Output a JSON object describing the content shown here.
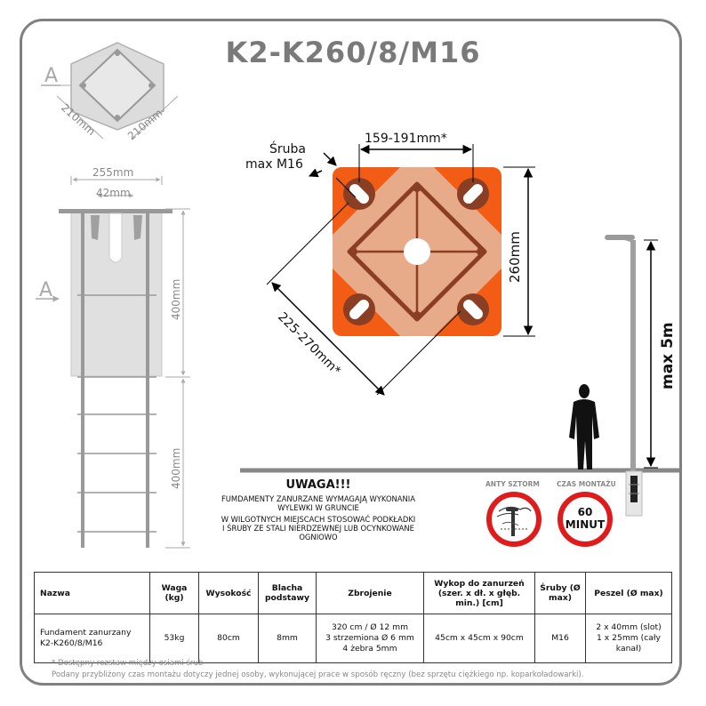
{
  "title": "K2-K260/8/M16",
  "views": {
    "section_marker": "A",
    "top_dim_a": "210mm",
    "top_dim_b": "210mm",
    "side_width": "255mm",
    "slot_width": "42mm",
    "height_upper": "400mm",
    "height_lower": "400mm"
  },
  "plate": {
    "screw_label_1": "Śruba",
    "screw_label_2": "max M16",
    "hole_spacing": "159-191mm*",
    "plate_size": "260mm",
    "diagonal": "225-270mm*",
    "colors": {
      "plate": "#f25c14",
      "rib_fill": "#e8ab8a",
      "rib_stroke": "#8a3f24"
    }
  },
  "lamp": {
    "max_height": "max 5m"
  },
  "warning": {
    "heading": "UWAGA!!!",
    "line1": "FUMDAMENTY ZANURZANE WYMAGAJĄ WYKONANIA WYLEWKI W GRUNCIE",
    "line2": "W WILGOTNYCH MIEJSCACH STOSOWAĆ PODKŁADKI I ŚRUBY ZE STALI NIERDZEWNEJ LUB OCYNKOWANE OGNIOWO"
  },
  "badges": {
    "anty_label": "ANTY SZTORM",
    "czas_label": "CZAS MONTAŻU",
    "czas_value": "60",
    "czas_unit": "MINUT",
    "accent": "#e01b1b"
  },
  "table": {
    "headers": [
      "Nazwa",
      "Waga (kg)",
      "Wysokość",
      "Blacha podstawy",
      "Zbrojenie",
      "Wykop do zanurzeń (szer. x dł. x głęb. min.) [cm]",
      "Śruby (Ø max)",
      "Peszel (Ø max)"
    ],
    "row": {
      "name": "Fundament zanurzany K2-K260/8/M16",
      "weight": "53kg",
      "height": "80cm",
      "plate": "8mm",
      "rebar_1": "320 cm / Ø 12 mm",
      "rebar_2": "3 strzemiona Ø 6 mm",
      "rebar_3": "4 żebra 5mm",
      "pit": "45cm x 45cm x 90cm",
      "bolts": "M16",
      "conduit_1": "2 x 40mm (slot)",
      "conduit_2": "1 x 25mm (cały kanał)"
    }
  },
  "notes": {
    "note1": "* Dostępny rozstaw między osiami śrub",
    "note2": "Podany przybliżony czas montażu dotyczy jednej osoby, wykonującej prace w sposób ręczny (bez sprzętu ciężkiego np. koparkoładowarki)."
  }
}
